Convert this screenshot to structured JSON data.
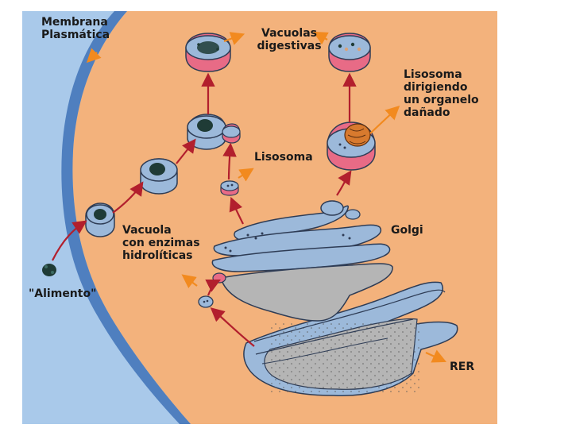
{
  "labels": {
    "membrana": "Membrana\nPlasmática",
    "vacuolas_digestivas": "Vacuolas\ndigestivas",
    "lisosoma_dirigiendo": "Lisosoma\ndirigiendo\nun organelo\ndañado",
    "lisosoma": "Lisosoma",
    "golgi": "Golgi",
    "vacuola_enzimas": "Vacuola\ncon enzimas\nhidrolíticas",
    "alimento": "\"Alimento\"",
    "rer": "RER"
  },
  "colors": {
    "cytoplasm": "#f3b27c",
    "membrane_dark": "#4f7fbf",
    "membrane_light": "#a9c9ea",
    "organelle_blue": "#9cb9da",
    "organelle_outline": "#2e3c55",
    "lumen_gray": "#b5b5b5",
    "pink": "#e86b86",
    "red_arrow": "#b21f2d",
    "orange_arrow": "#f28a1f",
    "dark_green": "#1f3b36",
    "outer_bg": "#ffffff"
  }
}
